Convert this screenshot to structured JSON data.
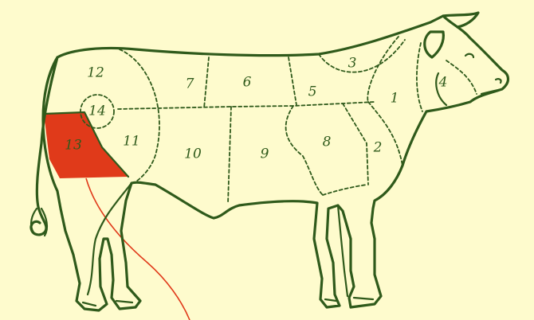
{
  "diagram": {
    "colors": {
      "background": "#fefbcd",
      "line": "#2f5a1b",
      "highlight": "#e03a1a",
      "pointer": "#e03a1a"
    },
    "highlighted_cut": "13",
    "cuts": [
      {
        "id": "1",
        "label": "1"
      },
      {
        "id": "2",
        "label": "2"
      },
      {
        "id": "3",
        "label": "3"
      },
      {
        "id": "4",
        "label": "4"
      },
      {
        "id": "5",
        "label": "5"
      },
      {
        "id": "6",
        "label": "6"
      },
      {
        "id": "7",
        "label": "7"
      },
      {
        "id": "8",
        "label": "8"
      },
      {
        "id": "9",
        "label": "9"
      },
      {
        "id": "10",
        "label": "10"
      },
      {
        "id": "11",
        "label": "11"
      },
      {
        "id": "12",
        "label": "12"
      },
      {
        "id": "13",
        "label": "13"
      },
      {
        "id": "14",
        "label": "14"
      }
    ]
  }
}
